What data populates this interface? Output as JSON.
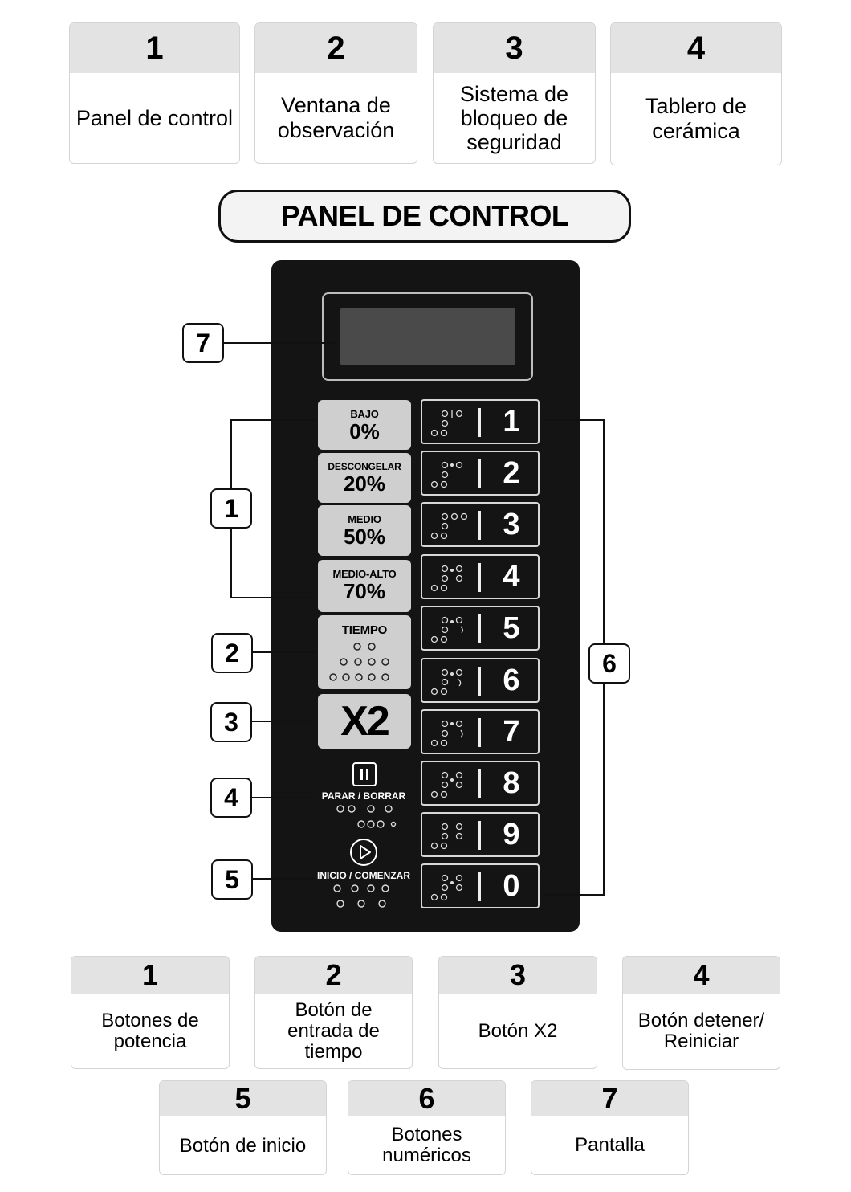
{
  "top_legend": [
    {
      "num": "1",
      "text": "Panel de control"
    },
    {
      "num": "2",
      "text": "Ventana de observación"
    },
    {
      "num": "3",
      "text": "Sistema de bloqueo de seguridad"
    },
    {
      "num": "4",
      "text": "Tablero de cerámica"
    }
  ],
  "title": "PANEL DE CONTROL",
  "panel": {
    "power_buttons": [
      {
        "label": "BAJO",
        "value": "0%"
      },
      {
        "label": "DESCONGELAR",
        "value": "20%"
      },
      {
        "label": "MEDIO",
        "value": "50%"
      },
      {
        "label": "MEDIO-ALTO",
        "value": "70%"
      }
    ],
    "time_button": {
      "label": "TIEMPO"
    },
    "x2_button": {
      "label": "X2"
    },
    "stop_button": {
      "label": "PARAR / BORRAR",
      "icon": "pause-icon"
    },
    "start_button": {
      "label": "INICIO / COMENZAR",
      "icon": "play-icon"
    },
    "number_buttons": [
      "1",
      "2",
      "3",
      "4",
      "5",
      "6",
      "7",
      "8",
      "9",
      "0"
    ]
  },
  "callouts": [
    "7",
    "1",
    "2",
    "3",
    "4",
    "5",
    "6"
  ],
  "bottom_legend": [
    {
      "num": "1",
      "text": "Botones de potencia"
    },
    {
      "num": "2",
      "text": "Botón de entrada de tiempo"
    },
    {
      "num": "3",
      "text": "Botón X2"
    },
    {
      "num": "4",
      "text": "Botón detener/ Reiniciar"
    },
    {
      "num": "5",
      "text": "Botón de inicio"
    },
    {
      "num": "6",
      "text": "Botones numéricos"
    },
    {
      "num": "7",
      "text": "Pantalla"
    }
  ]
}
